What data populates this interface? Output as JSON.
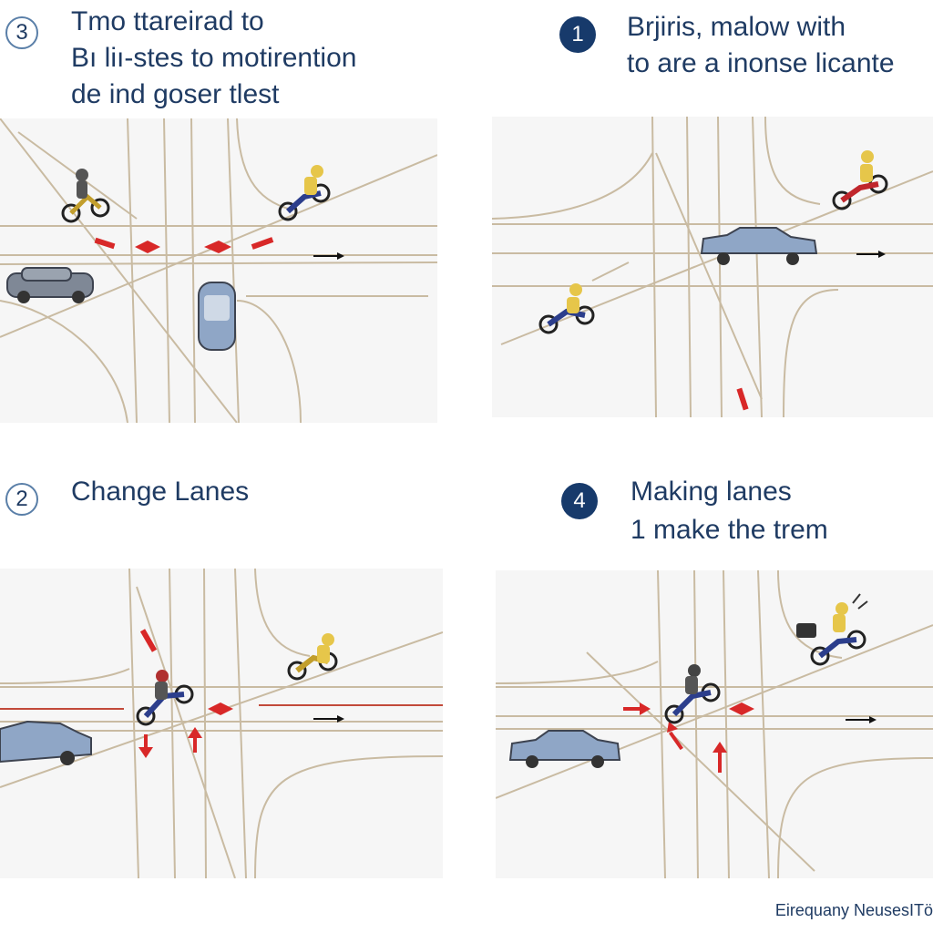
{
  "panels": {
    "top_left": {
      "number": "3",
      "lines": [
        "Tmo ttareirad to",
        "Bı liı-stes to motirention",
        "de ind goser tlest"
      ]
    },
    "top_right": {
      "number": "1",
      "lines": [
        "Brjiris, malow with",
        "to are a inonse licante"
      ]
    },
    "bottom_left": {
      "number": "2",
      "lines": [
        "Change Lanes"
      ]
    },
    "bottom_right": {
      "number": "4",
      "lines": [
        "Making lanes",
        "1 make the trem"
      ]
    }
  },
  "footer": {
    "text": "Eirequany NeusesITö"
  },
  "colors": {
    "road_line": "#c9bba2",
    "arrow_red": "#d82828",
    "arrow_black": "#111111",
    "map_bg": "#f6f6f6",
    "badge_fill": "#173a6b",
    "car_blue": "#8fa6c6",
    "rider_yellow": "#e6c64a"
  }
}
